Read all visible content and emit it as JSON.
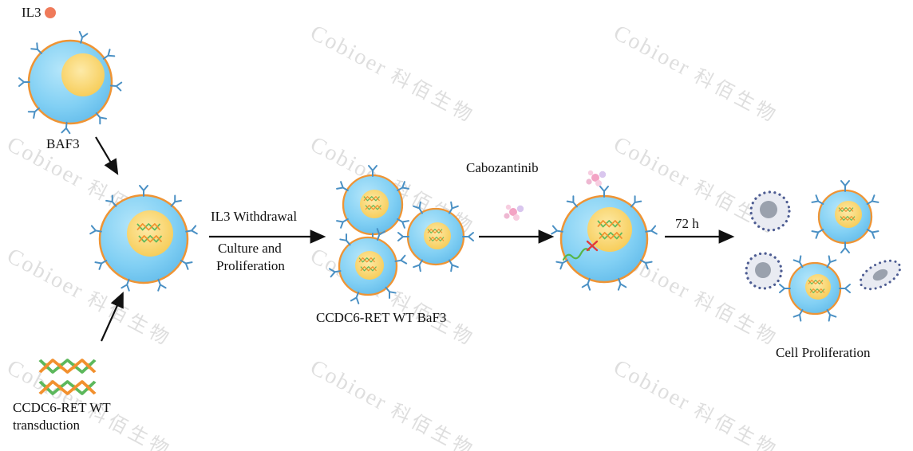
{
  "watermark": {
    "text_en": "Cobioer",
    "text_zh": "科佰生物"
  },
  "labels": {
    "il3": "IL3",
    "baf3": "BAF3",
    "withdrawal": "IL3 Withdrawal",
    "culture_line1": "Culture and",
    "culture_line2": "Proliferation",
    "cluster": "CCDC6-RET WT BaF3",
    "drug": "Cabozantinib",
    "duration": "72 h",
    "result": "Cell Proliferation",
    "transduction_line1": "CCDC6-RET WT",
    "transduction_line2": "transduction"
  },
  "colors": {
    "cell_body": "#82d0f4",
    "cell_membrane": "#ef9434",
    "nucleus": "#f6c94f",
    "receptor": "#4a90c4",
    "dna_strand_1": "#5cb85c",
    "dna_strand_2": "#f2902e",
    "dna_rung": "#f3c93c",
    "il3_dot": "#ef7a5a",
    "drug_dot": "#f5a8c6",
    "apoptotic_body": "#e9ebf2",
    "apoptotic_border": "#4d5c92",
    "arrow": "#111111",
    "watermark": "#919191"
  }
}
